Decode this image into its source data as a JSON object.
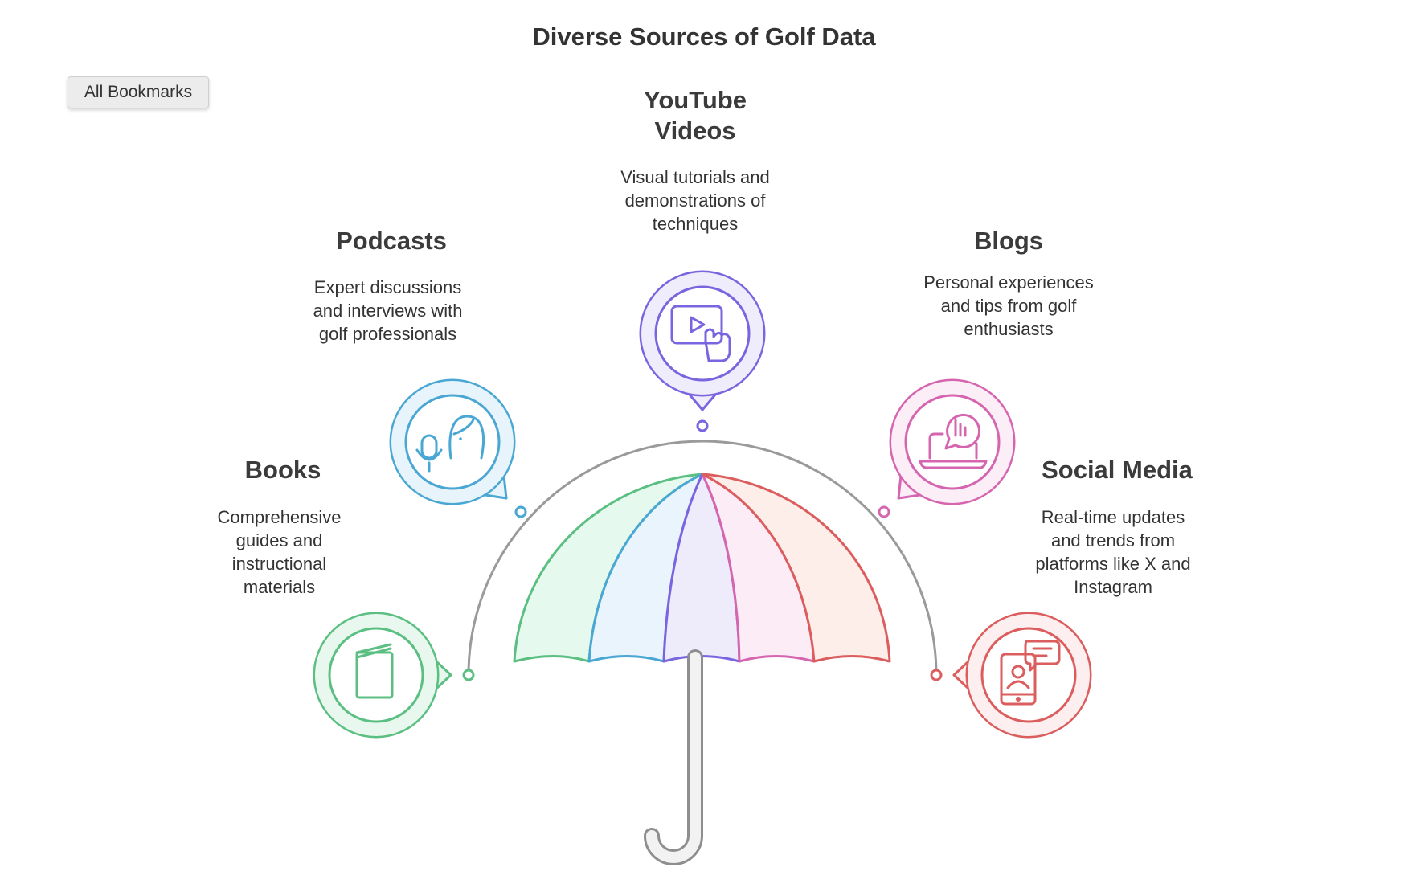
{
  "title": "Diverse Sources of Golf Data",
  "bookmarks_button": "All Bookmarks",
  "sources": [
    {
      "id": "books",
      "heading": "Books",
      "description": "Comprehensive guides and instructional materials",
      "icon": "book-icon",
      "color": "#5bbf82",
      "fill": "#e8f8ee"
    },
    {
      "id": "podcasts",
      "heading": "Podcasts",
      "description": "Expert discussions and interviews with golf professionals",
      "icon": "podcast-microphone-person-icon",
      "color": "#4aa7d3",
      "fill": "#e8f4fb"
    },
    {
      "id": "youtube",
      "heading": "YouTube Videos",
      "description": "Visual tutorials and demonstrations of techniques",
      "icon": "video-play-hand-icon",
      "color": "#7b64e0",
      "fill": "#efecfb"
    },
    {
      "id": "blogs",
      "heading": "Blogs",
      "description": "Personal experiences and tips from golf enthusiasts",
      "icon": "laptop-chat-icon",
      "color": "#d665b0",
      "fill": "#fbeef6"
    },
    {
      "id": "social",
      "heading": "Social Media",
      "description": "Real-time updates and trends from platforms like X and Instagram",
      "icon": "phone-profile-chat-icon",
      "color": "#dc5d5d",
      "fill": "#fdefef"
    }
  ]
}
